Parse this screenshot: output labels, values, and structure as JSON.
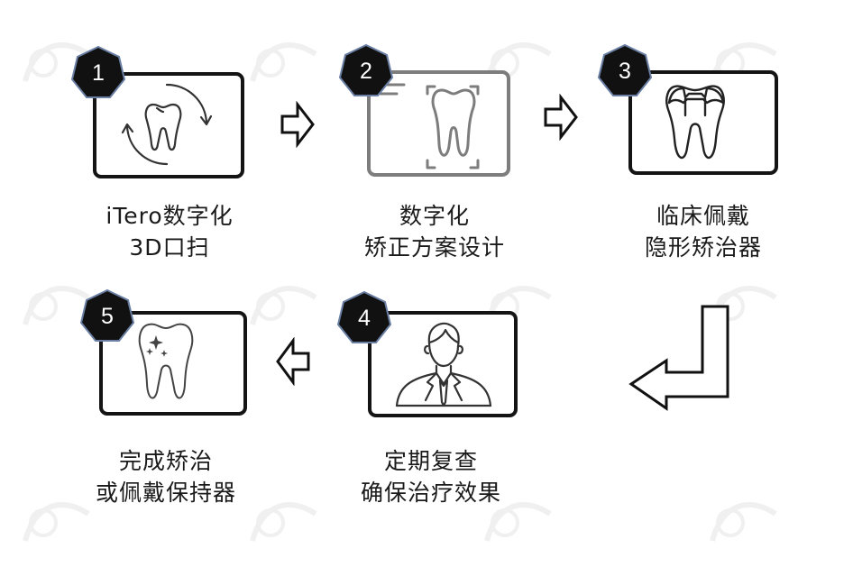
{
  "steps": [
    {
      "number": "1",
      "line1": "iTero数字化",
      "line2": "3D口扫",
      "icon": "tooth-scan-rotation-icon"
    },
    {
      "number": "2",
      "line1": "数字化",
      "line2": "矫正方案设计",
      "icon": "tooth-design-frame-icon"
    },
    {
      "number": "3",
      "line1": "临床佩戴",
      "line2": "隐形矫治器",
      "icon": "tooth-aligner-icon"
    },
    {
      "number": "4",
      "line1": "定期复查",
      "line2": "确保治疗效果",
      "icon": "doctor-icon"
    },
    {
      "number": "5",
      "line1": "完成矫治",
      "line2": "或佩戴保持器",
      "icon": "sparkling-tooth-icon"
    }
  ],
  "colors": {
    "card_border": "#141414",
    "card_border_step2": "#7d7d7d",
    "badge_fill": "#111111",
    "badge_stroke": "#6a7fa3",
    "icon_stroke": "#333333",
    "arrow_stroke": "#111111"
  }
}
